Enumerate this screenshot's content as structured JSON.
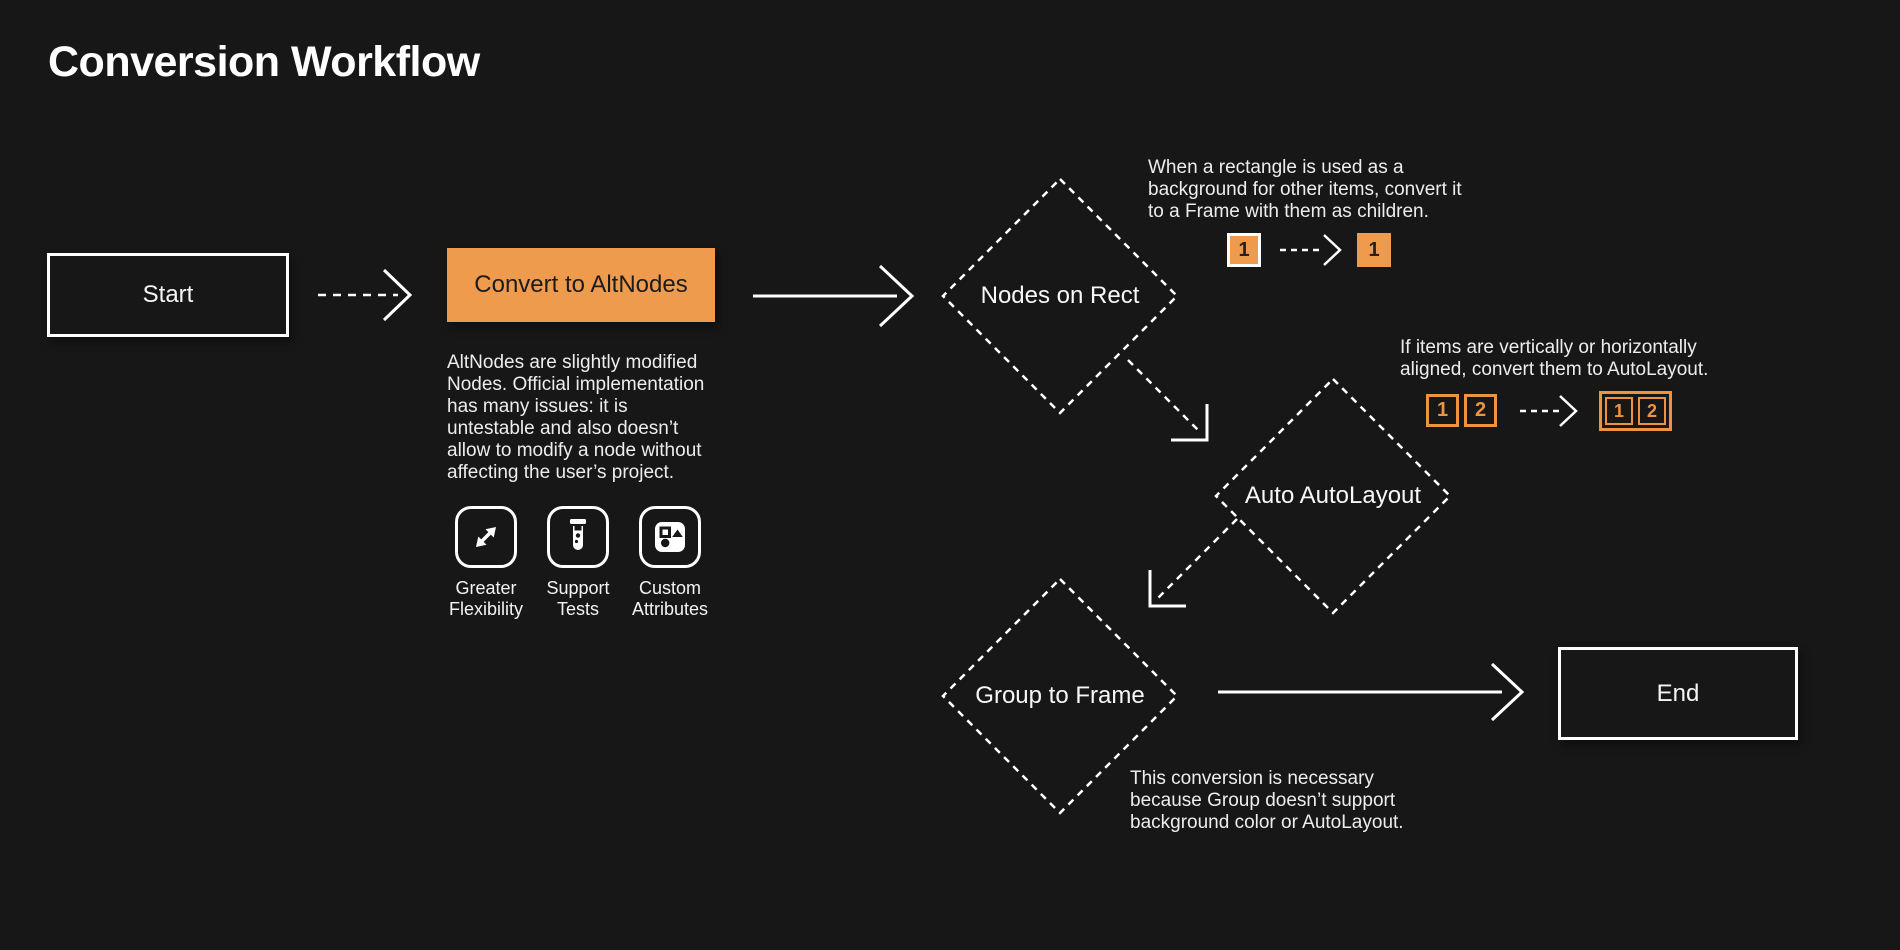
{
  "page": {
    "title": "Conversion Workflow"
  },
  "colors": {
    "background": "#171717",
    "accent_orange_fill": "#EF9B4D",
    "accent_orange_outline": "#ED9440",
    "node_stroke": "#FFFFFF",
    "dark_text_on_orange": "#1C1C1C"
  },
  "nodes": {
    "start": {
      "label": "Start"
    },
    "convert": {
      "label": "Convert to AltNodes",
      "description": "AltNodes are slightly modified Nodes. Official implementation has many issues: it is untestable and also doesn’t allow to modify a node without affecting the user’s project."
    },
    "nodes_on_rect": {
      "label": "Nodes on Rect",
      "note": "When a rectangle is used as a background for other items, convert it to a Frame with them as children.",
      "example": {
        "before": "1",
        "after": "1"
      }
    },
    "auto_autolayout": {
      "label": "Auto AutoLayout",
      "note": "If items are vertically or horizontally aligned, convert them to AutoLayout.",
      "example": {
        "before": [
          "1",
          "2"
        ],
        "after": [
          "1",
          "2"
        ]
      }
    },
    "group_to_frame": {
      "label": "Group to Frame",
      "note": "This conversion is necessary because Group doesn’t support background color or AutoLayout."
    },
    "end": {
      "label": "End"
    }
  },
  "features": [
    {
      "icon": "expand-arrows-icon",
      "label": "Greater Flexibility"
    },
    {
      "icon": "test-tube-icon",
      "label": "Support Tests"
    },
    {
      "icon": "shapes-icon",
      "label": "Custom Attributes"
    }
  ]
}
